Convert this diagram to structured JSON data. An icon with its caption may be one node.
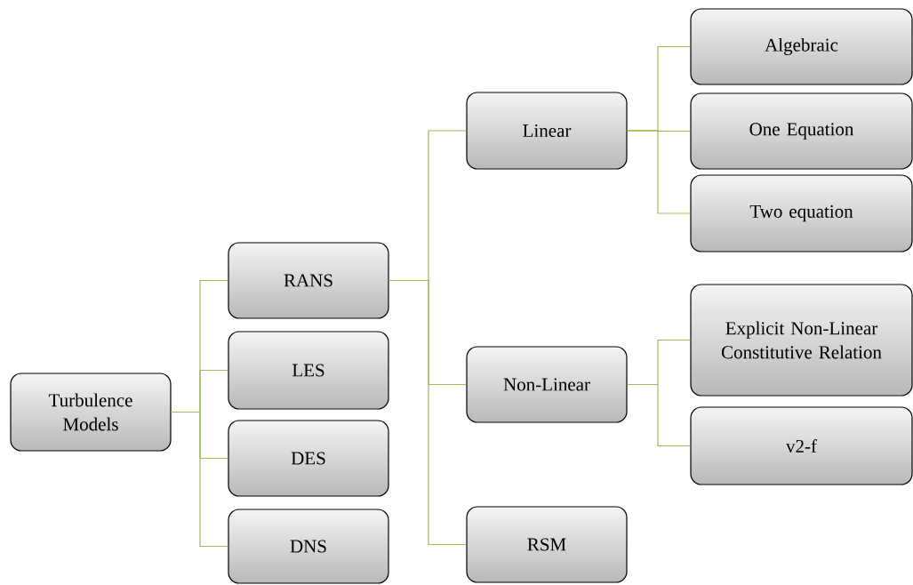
{
  "diagram": {
    "nodes": [
      {
        "text": [
          "Turbulence Models"
        ]
      },
      {
        "text": [
          "RANS"
        ]
      },
      {
        "text": [
          "LES"
        ]
      },
      {
        "text": [
          "DES"
        ]
      },
      {
        "text": [
          "DNS"
        ]
      },
      {
        "text": [
          "Linear"
        ]
      },
      {
        "text": [
          "Non-Linear"
        ]
      },
      {
        "text": [
          "RSM"
        ]
      },
      {
        "text": [
          "Algebraic"
        ]
      },
      {
        "text": [
          "One Equation"
        ]
      },
      {
        "text": [
          "Two equation"
        ]
      },
      {
        "text": [
          "Explicit Non-Linear Constitutive Relation"
        ]
      },
      {
        "text": [
          "v2-f"
        ]
      }
    ],
    "edges": [
      {
        "from": 0,
        "to": 1,
        "arrow": "none"
      },
      {
        "from": 0,
        "to": 2,
        "arrow": "none"
      },
      {
        "from": 0,
        "to": 3,
        "arrow": "none"
      },
      {
        "from": 0,
        "to": 4,
        "arrow": "none"
      },
      {
        "from": 1,
        "to": 5,
        "arrow": "none"
      },
      {
        "from": 1,
        "to": 6,
        "arrow": "none"
      },
      {
        "from": 1,
        "to": 7,
        "arrow": "none"
      },
      {
        "from": 5,
        "to": 8,
        "arrow": "none"
      },
      {
        "from": 5,
        "to": 9,
        "arrow": "none"
      },
      {
        "from": 5,
        "to": 10,
        "arrow": "none"
      },
      {
        "from": 6,
        "to": 11,
        "arrow": "none"
      },
      {
        "from": 6,
        "to": 12,
        "arrow": "none"
      }
    ]
  }
}
